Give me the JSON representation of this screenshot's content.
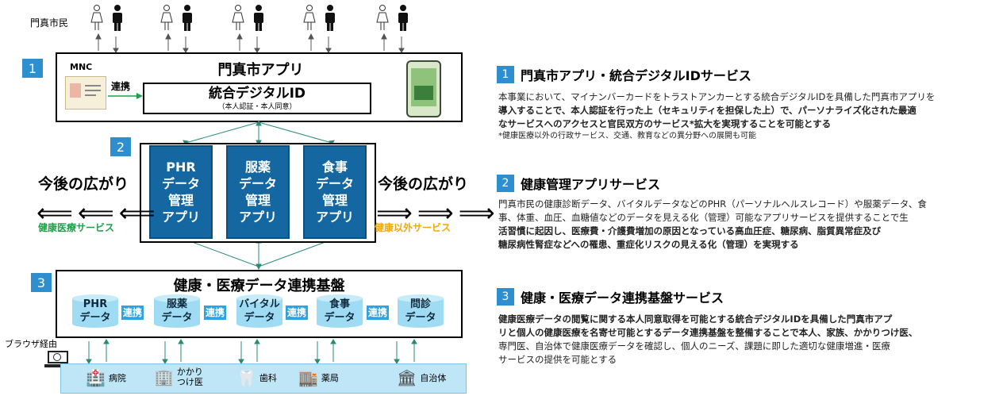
{
  "citizens_label": "門真市民",
  "layer1": {
    "num": "1",
    "mnc": "MNC",
    "link_label": "連携",
    "app_title": "門真市アプリ",
    "id_title": "統合デジタルID",
    "id_sub": "（本人認証・本人同意）"
  },
  "layer2": {
    "num": "2",
    "apps": [
      {
        "l1": "PHR",
        "l2": "データ",
        "l3": "管理",
        "l4": "アプリ"
      },
      {
        "l1": "服薬",
        "l2": "データ",
        "l3": "管理",
        "l4": "アプリ"
      },
      {
        "l1": "食事",
        "l2": "データ",
        "l3": "管理",
        "l4": "アプリ"
      }
    ],
    "expand_left": "今後の広がり",
    "expand_right": "今後の広がり",
    "left_service": "健康医療サービス",
    "right_service": "健康以外サービス"
  },
  "layer3": {
    "num": "3",
    "title": "健康・医療データ連携基盤",
    "dbs": [
      {
        "l1": "PHR",
        "l2": "データ"
      },
      {
        "l1": "服薬",
        "l2": "データ"
      },
      {
        "l1": "バイタル",
        "l2": "データ"
      },
      {
        "l1": "食事",
        "l2": "データ"
      },
      {
        "l1": "問診",
        "l2": "データ"
      }
    ],
    "link": "連携"
  },
  "browser_label": "ブラウザ経由",
  "facilities": [
    "病院",
    "かかり\nつけ医",
    "歯科",
    "薬局",
    "自治体"
  ],
  "facility_kakari_1": "かかり",
  "facility_kakari_2": "つけ医",
  "sections": [
    {
      "num": "1",
      "title": "門真市アプリ・統合デジタルIDサービス",
      "line1": "本事業において、マイナンバーカードをトラストアンカーとする統合デジタルIDを具備した門真市アプリを",
      "line2": "導入することで、本人認証を行った上（セキュリティを担保した上）で、パーソナライズ化された最適",
      "line3": "なサービスへのアクセスと官民双方のサービス*拡大を実現することを可能とする",
      "note": "*健康医療以外の行政サービス、交通、教育などの異分野への展開も可能"
    },
    {
      "num": "2",
      "title": "健康管理アプリサービス",
      "line1": "門真市民の健康診断データ、バイタルデータなどのPHR（パーソナルヘルスレコード）や服薬データ、食",
      "line2": "事、体重、血圧、血糖値などのデータを見える化（管理）可能なアプリサービスを提供することで生",
      "line3": "活習慣に起因し、医療費・介護費増加の原因となっている高血圧症、糖尿病、脂質異常症及び",
      "line4": "糖尿病性腎症などへの罹患、重症化リスクの見える化（管理）を実現する"
    },
    {
      "num": "3",
      "title": "健康・医療データ連携基盤サービス",
      "line1": "健康医療データの閲覧に関する本人同意取得を可能とする統合デジタルIDを具備した門真市アプ",
      "line2": "リと個人の健康医療を名寄せ可能とするデータ連携基盤を整備することで本人、家族、かかりつけ医、",
      "line3": "専門医、自治体で健康医療データを確認し、個人のニーズ、課題に即した適切な健康増進・医療",
      "line4": "サービスの提供を可能とする"
    }
  ],
  "colors": {
    "badge": "#2e8fd0",
    "app": "#1467a0",
    "cyl": "#9fdcf3",
    "green": "#1fa14a",
    "yellow": "#f5a800",
    "facility_bar": "#bfe6f7"
  }
}
